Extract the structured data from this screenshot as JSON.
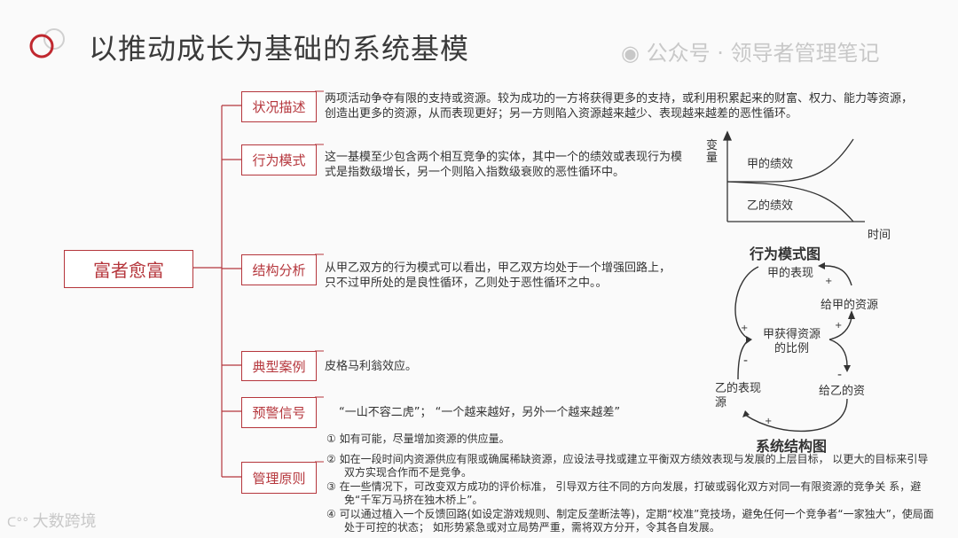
{
  "title": "以推动成长为基础的系统基模",
  "root": "富者愈富",
  "branches": [
    {
      "label": "状况描述",
      "text": "两项活动争夺有限的支持或资源。较为成功的一方将获得更多的支持，或利用积累起来的财富、权力、能力等资源，创造出更多的资源，从而表现更好；另一方则陷入资源越来越少、表现越来越差的恶性循环。"
    },
    {
      "label": "行为模式",
      "text": "这一基模至少包含两个相互竞争的实体，其中一个的绩效或表现行为模式是指数级增长，另一个则陷入指数级衰败的恶性循环中。"
    },
    {
      "label": "结构分析",
      "text": "从甲乙双方的行为模式可以看出，甲乙双方均处于一个增强回路上，只不过甲所处的是良性循环，乙则处于恶性循环之中。。"
    },
    {
      "label": "典型案例",
      "text": "皮格马利翁效应。"
    },
    {
      "label": "预警信号",
      "text": "“一山不容二虎”；  “一个越来越好，另外一个越来越差”"
    },
    {
      "label": "管理原则",
      "rules": [
        "① 如有可能，尽量增加资源的供应量。",
        "② 如在一段时间内资源供应有限或确属稀缺资源，应设法寻找或建立平衡双方绩效表现与发展的上层目标， 以更大的目标来引导双方实现合作而不是竞争。",
        "③ 在一些情况下，可改变双方成功的评价标准， 引导双方往不同的方向发展，打破或弱化双方对同一有限资源的竞争关 系，避免“千军万马挤在独木桥上”。",
        "④ 可以通过植入一个反馈回路(如设定游戏规则、制定反垄断法等)，定期“校准”竞技场，避免任何一个竞争者“一家独大”，使局面处于可控的状态； 如形势紧急或对立局势严重，需将双方分开，令其各自发展。"
      ]
    }
  ],
  "behavior_chart": {
    "ylabel": "变量",
    "xlabel": "时间",
    "series_a": "甲的绩效",
    "series_b": "乙的绩效",
    "caption": "行为模式图"
  },
  "structure_chart": {
    "nodes": [
      "甲的表现",
      "给甲的资源",
      "甲获得资源的比例",
      "给乙的资",
      "乙的表现源"
    ],
    "node_lines": {
      "center1": "甲获得资源",
      "center2": "的比例",
      "b_perf1": "乙的表现",
      "b_perf2": "源"
    },
    "signs": [
      "+",
      "+",
      "+",
      "+",
      "-",
      "-",
      "+"
    ],
    "caption": "系统结构图"
  },
  "watermarks": {
    "left": "大数跨境",
    "right": "公众号 · 领导者管理笔记"
  },
  "colors": {
    "accent": "#b5363c",
    "text": "#333333"
  }
}
